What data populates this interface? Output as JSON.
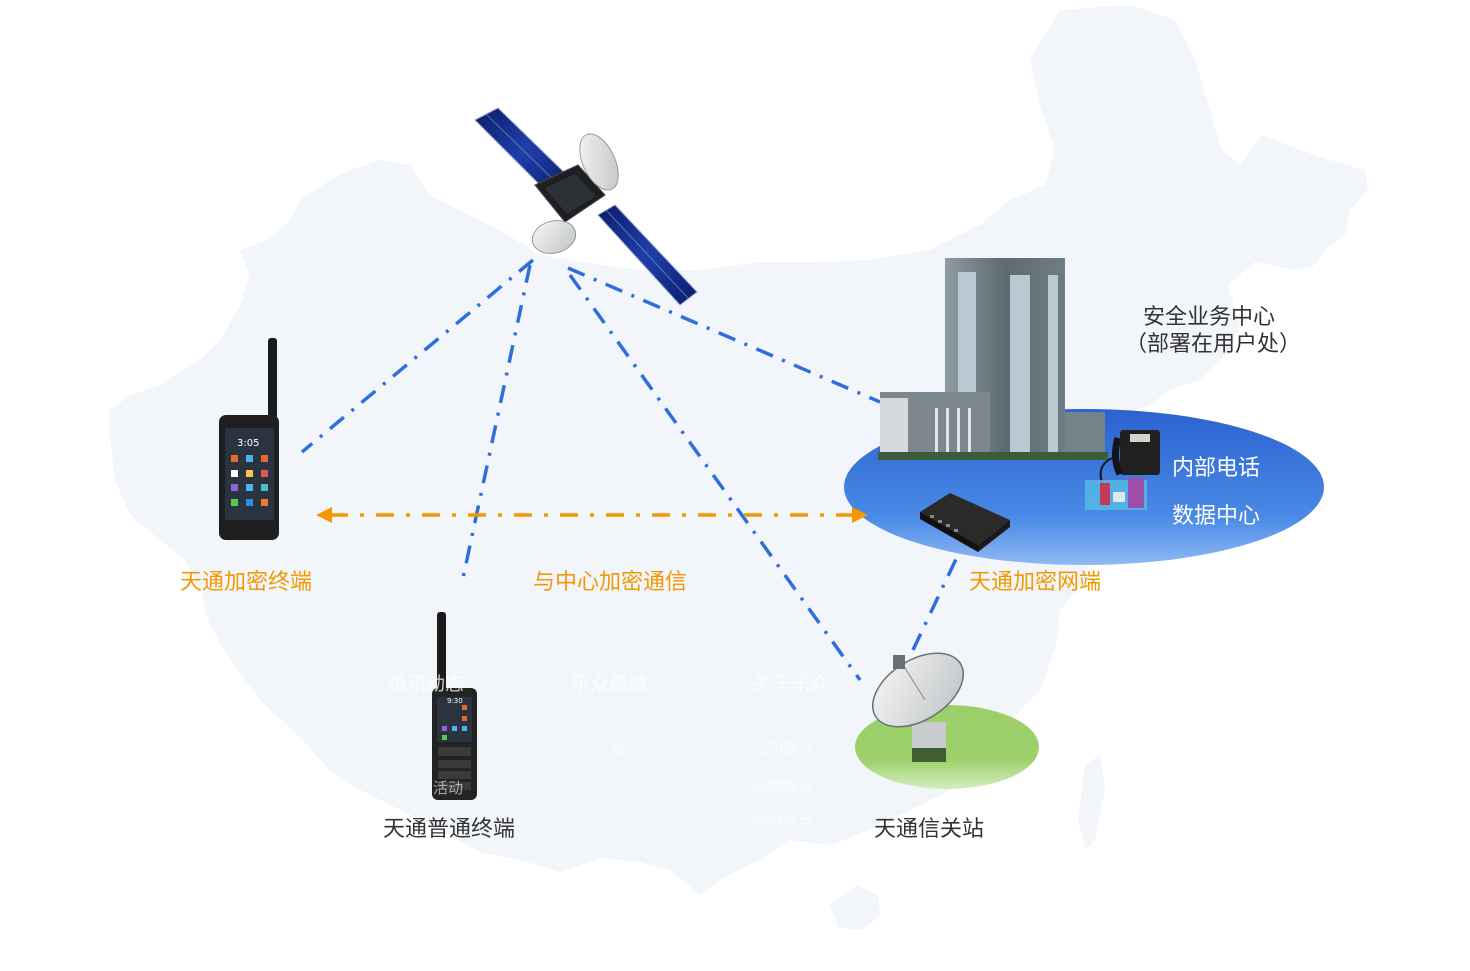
{
  "diagram": {
    "title_implied": "天通卫星加密通信方案",
    "colors": {
      "map_fill": "#f2f6fb",
      "link_blue": "#2e6fdc",
      "link_orange": "#f39800",
      "center_ellipse": "#3f7fe0",
      "gateway_ellipse": "#9dd06a",
      "label_dark": "#333333",
      "label_orange": "#f39800"
    },
    "nodes": {
      "satellite": {
        "name": "satellite",
        "icon": "satellite-icon"
      },
      "encrypted_terminal": {
        "label": "天通加密终端",
        "icon": "rugged-smartphone-icon",
        "screen_time": "3:05"
      },
      "standard_terminal": {
        "label": "天通普通终端",
        "icon": "satellite-feature-phone-icon",
        "screen_time": "9:30"
      },
      "gateway": {
        "label": "天通信关站",
        "icon": "dish-antenna-icon"
      },
      "security_center": {
        "label_line1": "安全业务中心",
        "label_line2": "（部署在用户处）",
        "icon": "office-building-icon"
      },
      "network_end": {
        "label": "天通加密网端",
        "icon": "encryption-gateway-box-icon"
      },
      "internal_phone": {
        "label": "内部电话",
        "icon": "desk-phone-icon"
      },
      "data_center": {
        "label": "数据中心",
        "icon": "servers-icon"
      }
    },
    "links": [
      {
        "from": "satellite",
        "to": "encrypted_terminal",
        "style": "dash-dot",
        "color": "blue"
      },
      {
        "from": "satellite",
        "to": "standard_terminal",
        "style": "dash-dot",
        "color": "blue"
      },
      {
        "from": "satellite",
        "to": "gateway",
        "style": "dash-dot",
        "color": "blue"
      },
      {
        "from": "satellite",
        "to": "security_center",
        "style": "dash-dot",
        "color": "blue"
      },
      {
        "from": "gateway",
        "to": "network_end",
        "style": "dash-dot",
        "color": "blue"
      },
      {
        "from": "encrypted_terminal",
        "to": "network_end",
        "style": "dash-dot",
        "color": "orange",
        "bidirectional": true,
        "label": "与中心加密通信"
      }
    ],
    "ghost_menu": {
      "top": [
        "资讯动态",
        "乐众商城",
        "关于乐众"
      ],
      "sub_col1": [
        "活动"
      ],
      "sub_col2": [
        "城"
      ],
      "sub_col3": [
        "公司简介",
        "品牌概念",
        "荣誉证书"
      ]
    }
  }
}
